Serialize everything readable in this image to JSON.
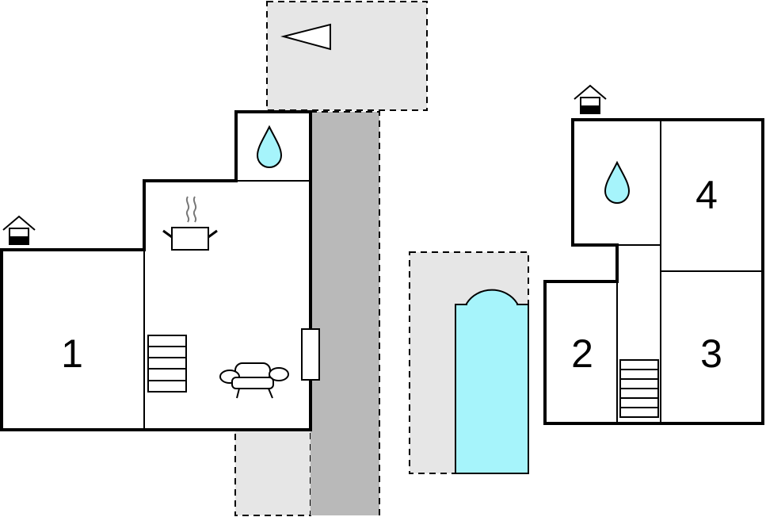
{
  "floorplan": {
    "rooms": [
      {
        "label": "1"
      },
      {
        "label": "2"
      },
      {
        "label": "3"
      },
      {
        "label": "4"
      }
    ],
    "icons": {
      "entrance": "house-entrance-icon",
      "bathroom": "water-drop-icon",
      "kitchen": "cooking-pot-icon",
      "living": "sofa-icon",
      "stairs": "stairs-icon",
      "pool": "swimming-pool",
      "terrace": "terrace-area",
      "north": "north-arrow-icon"
    },
    "colors": {
      "walls": "#000000",
      "water": "#a6f4fb",
      "terrace": "#e6e6e6",
      "path": "#b9b9b9"
    }
  }
}
